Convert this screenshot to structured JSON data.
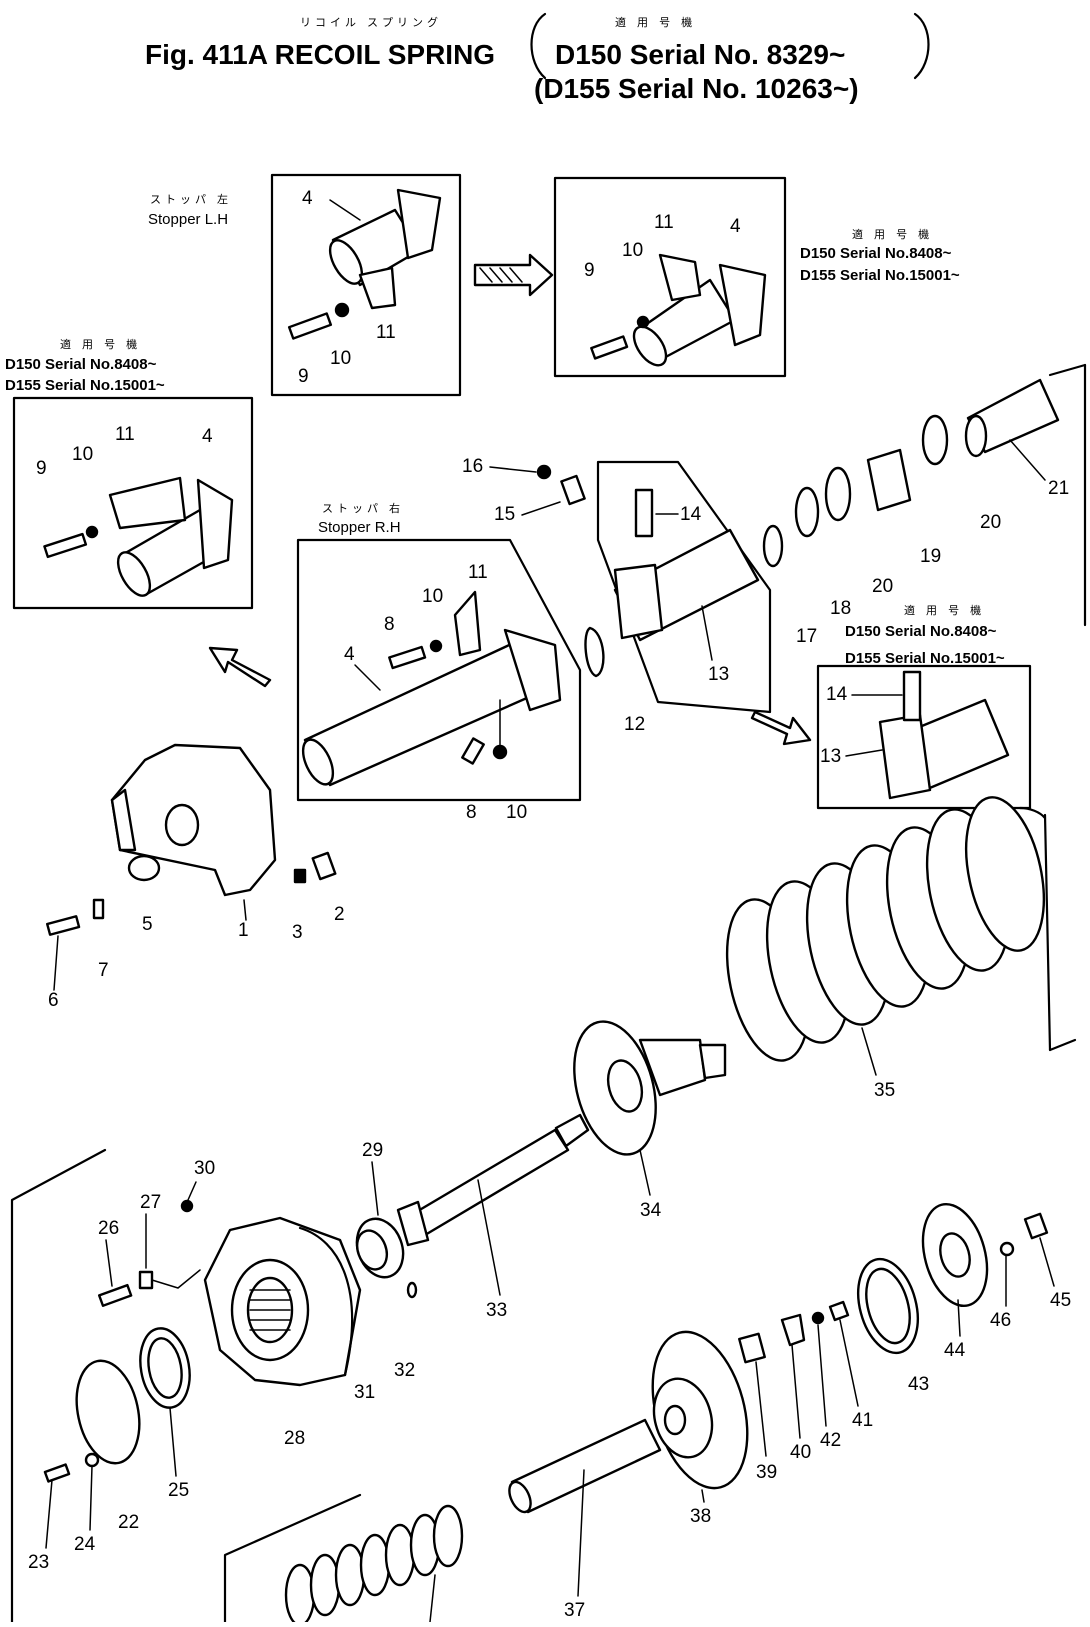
{
  "title": {
    "jp_name": "リコイル スプリング",
    "jp_applicable": "適 用 号 機",
    "main": "Fig. 411A  RECOIL  SPRING",
    "serial_d150": "D150  Serial  No. 8329~",
    "serial_d155": "(D155  Serial  No. 10263~)"
  },
  "labels": {
    "stopper_lh_jp": "ストッパ 左",
    "stopper_lh": "Stopper L.H",
    "stopper_rh_jp": "ストッパ 右",
    "stopper_rh": "Stopper R.H"
  },
  "notes": {
    "top_right": {
      "jp": "適 用 号 機",
      "line1": "D150 Serial   No.8408~",
      "line2": "D155 Serial   No.15001~"
    },
    "left": {
      "jp": "適 用 号 機",
      "line1": "D150 Serial   No.8408~",
      "line2": "D155 Serial   No.15001~"
    },
    "mid_right": {
      "jp": "適 用 号 機",
      "line1": "D150 Serial   No.8408~",
      "line2": "D155 Serial   No.15001~"
    }
  },
  "callouts": {
    "lh_4": "4",
    "lh_9": "9",
    "lh_10": "10",
    "lh_11": "11",
    "tr_9": "9",
    "tr_10": "10",
    "tr_11": "11",
    "tr_4": "4",
    "l_9": "9",
    "l_10": "10",
    "l_11": "11",
    "l_4": "4",
    "rh_8": "8",
    "rh_10": "10",
    "rh_11": "11",
    "rh_4": "4",
    "rh_8b": "8",
    "rh_10b": "10",
    "p16": "16",
    "p15": "15",
    "p14": "14",
    "p13": "13",
    "p12": "12",
    "p17": "17",
    "p18": "18",
    "p20a": "20",
    "p19": "19",
    "p20b": "20",
    "p21": "21",
    "mr_14": "14",
    "mr_13": "13",
    "p1": "1",
    "p2": "2",
    "p3": "3",
    "p5": "5",
    "p6": "6",
    "p7": "7",
    "p35": "35",
    "p34": "34",
    "p29": "29",
    "p30": "30",
    "p27": "27",
    "p26": "26",
    "p33": "33",
    "p32": "32",
    "p31": "31",
    "p28": "28",
    "p25": "25",
    "p22": "22",
    "p23": "23",
    "p24": "24",
    "p38": "38",
    "p37": "37",
    "p39": "39",
    "p40": "40",
    "p41": "41",
    "p42": "42",
    "p43": "43",
    "p44": "44",
    "p45": "45",
    "p46": "46"
  }
}
